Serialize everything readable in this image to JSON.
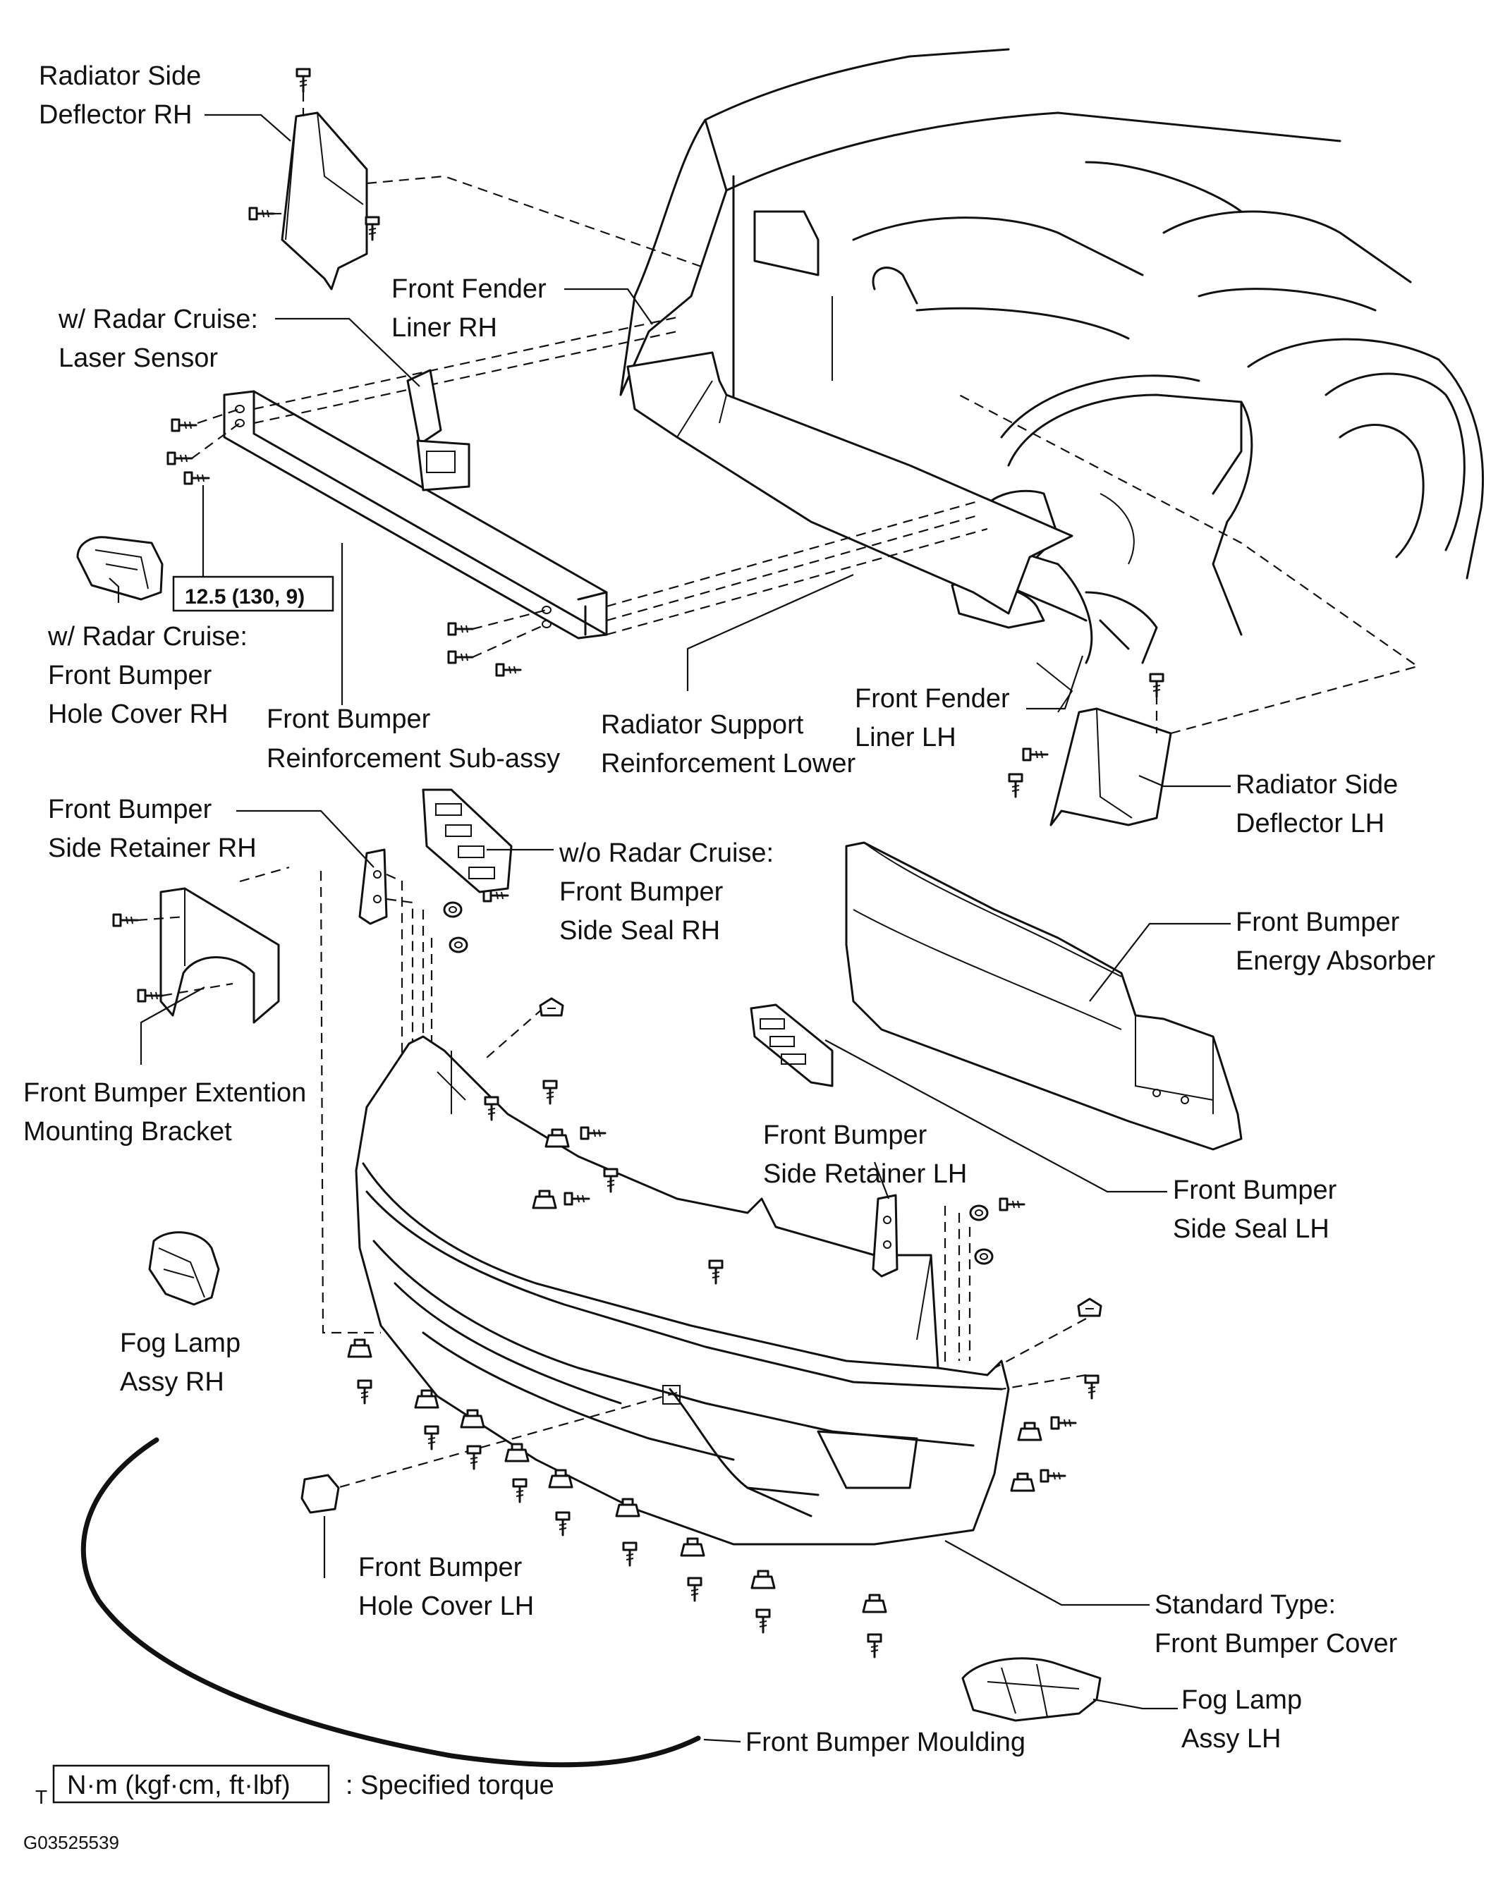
{
  "labels": {
    "radiator_side_deflector_rh": [
      "Radiator Side",
      "Deflector RH"
    ],
    "radar_laser_sensor": [
      "w/ Radar Cruise:",
      "Laser Sensor"
    ],
    "front_fender_liner_rh": [
      "Front Fender",
      "Liner RH"
    ],
    "hole_cover_rh": [
      "w/ Radar Cruise:",
      "Front Bumper",
      "Hole Cover RH"
    ],
    "bumper_reinforcement": [
      "Front Bumper",
      "Reinforcement Sub-assy"
    ],
    "radiator_support_lower": [
      "Radiator Support",
      "Reinforcement Lower"
    ],
    "front_fender_liner_lh": [
      "Front Fender",
      "Liner LH"
    ],
    "radiator_side_deflector_lh": [
      "Radiator Side",
      "Deflector LH"
    ],
    "side_retainer_rh": [
      "Front Bumper",
      "Side Retainer RH"
    ],
    "side_seal_rh": [
      "w/o Radar Cruise:",
      "Front Bumper",
      "Side Seal RH"
    ],
    "energy_absorber": [
      "Front Bumper",
      "Energy Absorber"
    ],
    "extension_bracket": [
      "Front Bumper Extention",
      "Mounting Bracket"
    ],
    "side_retainer_lh": [
      "Front Bumper",
      "Side Retainer LH"
    ],
    "side_seal_lh": [
      "Front Bumper",
      "Side Seal LH"
    ],
    "fog_lamp_rh": [
      "Fog Lamp",
      "Assy RH"
    ],
    "hole_cover_lh": [
      "Front Bumper",
      "Hole Cover LH"
    ],
    "bumper_cover": [
      "Standard Type:",
      "Front Bumper Cover"
    ],
    "fog_lamp_lh": [
      "Fog Lamp",
      "Assy LH"
    ],
    "bumper_moulding": [
      "Front Bumper Moulding"
    ]
  },
  "torque_value": "12.5 (130, 9)",
  "legend": {
    "prefix": "T",
    "unit_box": "N·m (kgf·cm, ft·lbf)",
    "text": ": Specified torque"
  },
  "figure_code": "G03525539",
  "icons": [
    "bolt-icon",
    "clip-icon",
    "nut-icon"
  ]
}
